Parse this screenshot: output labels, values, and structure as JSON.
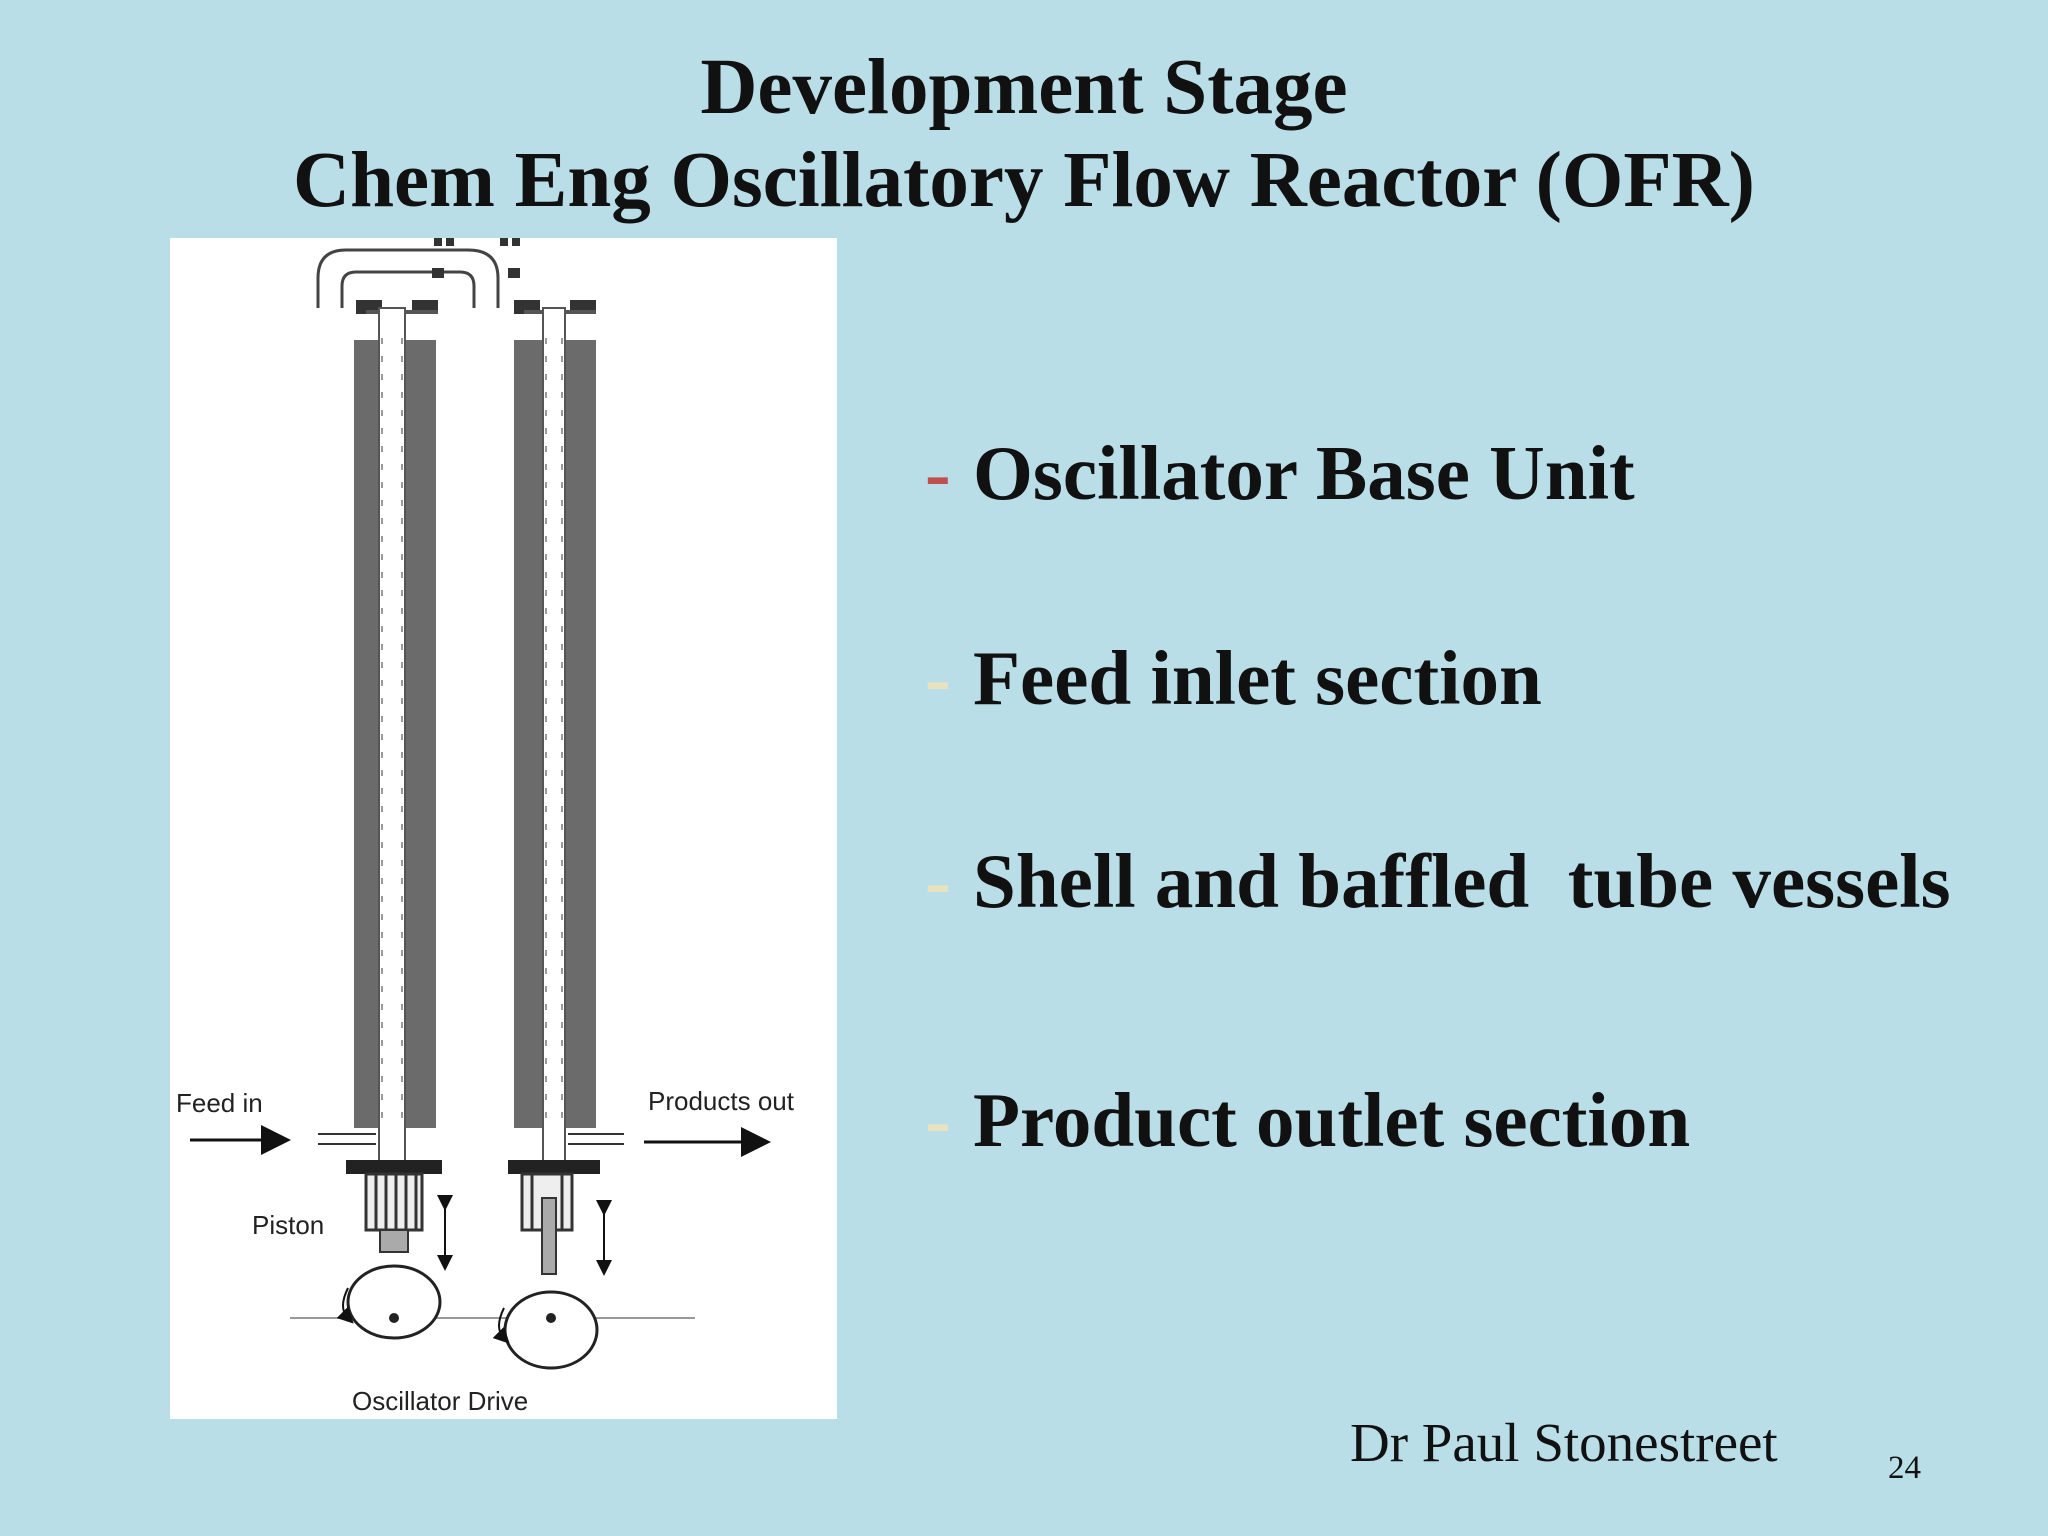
{
  "slide": {
    "title_line1": "Development Stage",
    "title_line2": "Chem Eng Oscillatory Flow Reactor (OFR)"
  },
  "figure": {
    "labels": {
      "feed_in": "Feed in",
      "products_out": "Products out",
      "piston": "Piston",
      "oscillator_drive": "Oscillator Drive"
    }
  },
  "bullets": [
    {
      "dash": "-",
      "text": "Oscillator Base Unit"
    },
    {
      "dash": "-",
      "text": "Feed inlet section"
    },
    {
      "dash": "-",
      "text": "Shell and baffled  tube vessels"
    },
    {
      "dash": "-",
      "text": "Product outlet section"
    }
  ],
  "footer": {
    "author": "Dr Paul Stonestreet",
    "page_number": "24"
  },
  "colors": {
    "background": "#badee8",
    "first_dash": "#c0504d",
    "other_dash": "#e9e2c0",
    "shell": "#6b6b6b"
  }
}
